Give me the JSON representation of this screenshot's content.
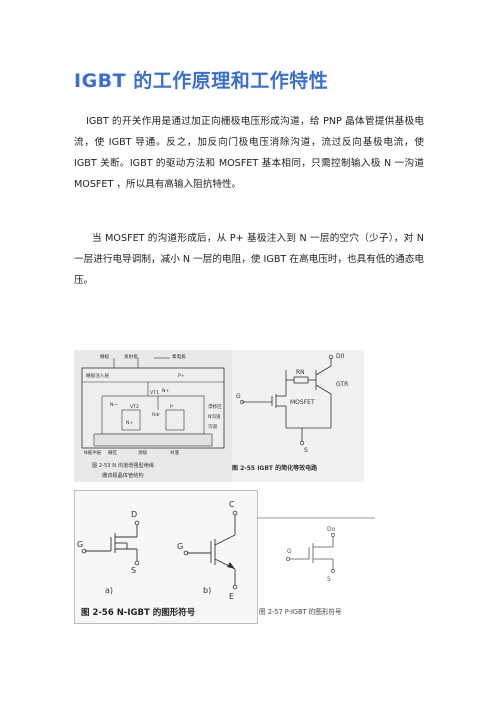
{
  "article": {
    "title": "IGBT 的工作原理和工作特性",
    "paragraphs": [
      "IGBT 的开关作用是通过加正向栅极电压形成沟道，给 PNP 晶体管提供基极电流，使 IGBT 导通。反之，加反向门极电压消除沟道，流过反向基极电流，使 IGBT 关断。IGBT 的驱动方法和 MOSFET 基本相同，只需控制输入极 N 一沟道 MOSFET ，所以具有高输入阻抗特性。",
      "当 MOSFET 的沟道形成后，从 P+ 基极注入到 N 一层的空穴（少子），对 N 一层进行电导调制，减小 N 一层的电阻，使 IGBT 在高电压时，也具有低的通态电压。"
    ]
  },
  "figures": {
    "fig253": {
      "labels": [
        "栅极",
        "发射极",
        "集电极",
        "栅极注入层",
        "P+",
        "N+",
        "VT1",
        "VT2",
        "Rdr",
        "N一",
        "N+",
        "P",
        "漂移区",
        "N沟道",
        "沟道",
        "N缓冲层",
        "栅区",
        "源极",
        "衬底"
      ],
      "caption_line1": "图 2-53   N 沟道增强型绝缘",
      "caption_line2": "栅双极晶体管结构"
    },
    "fig255": {
      "labels": {
        "drain": "D0",
        "rn": "RN",
        "gtr": "GTR",
        "gate": "G",
        "mosfet": "MOSFET",
        "source": "S"
      },
      "caption": "图 2-55   IGBT 的简化等效电路"
    },
    "fig256": {
      "labels_a": {
        "d": "D",
        "g": "G",
        "s": "S",
        "sub": "a)"
      },
      "labels_b": {
        "c": "C",
        "g": "G",
        "e": "E",
        "sub": "b)"
      },
      "caption": "图 2-56   N-IGBT 的图形符号"
    },
    "fig257": {
      "labels": {
        "d": "Do",
        "g": "G",
        "s": "S"
      },
      "caption": "图 2-57   P-IGBT 的图形符号"
    }
  }
}
